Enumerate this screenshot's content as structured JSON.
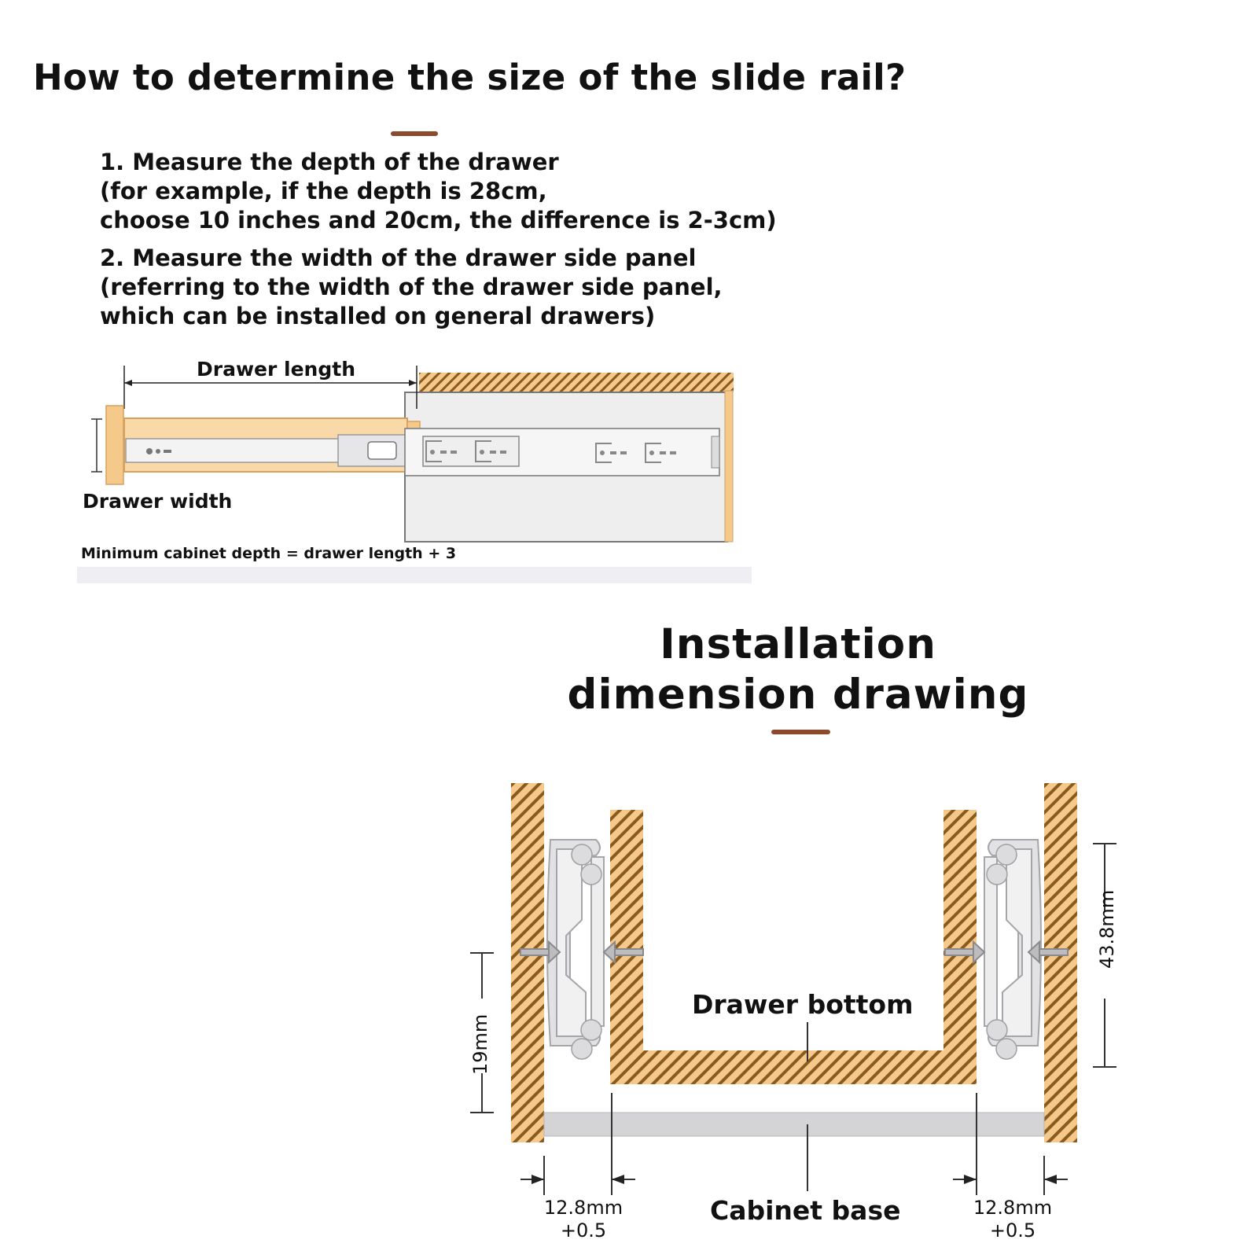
{
  "title": "How to determine the size of the slide rail?",
  "steps": [
    {
      "lines": [
        "1. Measure the depth of the drawer",
        "(for example, if the depth is 28cm,",
        "choose 10 inches and 20cm, the difference is 2-3cm)"
      ]
    },
    {
      "lines": [
        "2. Measure the width of the drawer side panel",
        "(referring to the width of the drawer side panel,",
        "which can be installed on general drawers)"
      ]
    }
  ],
  "top_diagram": {
    "drawer_length_label": "Drawer length",
    "drawer_width_label": "Drawer width",
    "min_depth_label": "Minimum cabinet depth = drawer length + 3"
  },
  "section2": {
    "title_lines": [
      "Installation",
      "dimension drawing"
    ]
  },
  "install_diagram": {
    "drawer_bottom_label": "Drawer bottom",
    "cabinet_base_label": "Cabinet base",
    "height_left": "19mm",
    "height_right": "43.8mm",
    "gap_left": [
      "12.8mm",
      "+0.5"
    ],
    "gap_right": [
      "12.8mm",
      "+0.5"
    ]
  },
  "colors": {
    "accent": "#8b4a2b",
    "wood": "#f5c98a",
    "wood_hatch": "#8a5a1e",
    "rail": "#d6d6d8",
    "rail_edge": "#9a9a9e",
    "base": "#d4d4d6"
  }
}
